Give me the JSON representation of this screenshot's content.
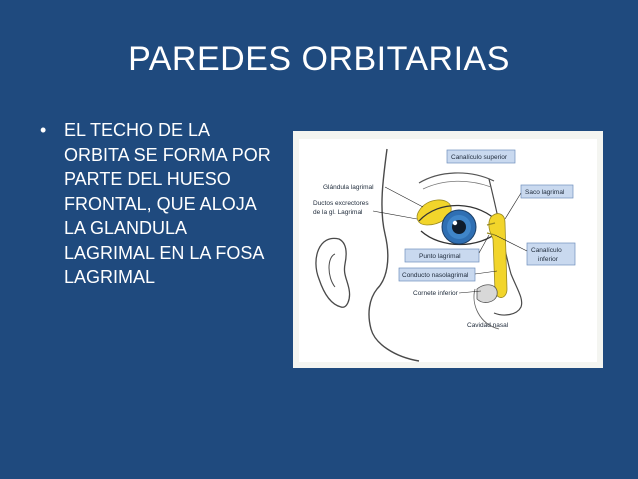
{
  "slide": {
    "title": "PAREDES ORBITARIAS",
    "bullet_symbol": "•",
    "bullet_lines": [
      "EL TECHO DE LA",
      "ORBITA SE FORMA POR",
      "PARTE DEL HUESO",
      "FRONTAL, QUE ALOJA",
      "LA GLANDULA",
      "LAGRIMAL EN LA FOSA",
      "LAGRIMAL"
    ]
  },
  "figure": {
    "labels": {
      "canaliculo_superior": "Canalículo superior",
      "glandula_lagrimal": "Glándula lagrimal",
      "saco_lagrimal": "Saco lagrimal",
      "ductos_line1": "Ductos excrectores",
      "ductos_line2": "de la gl. Lagrimal",
      "canaliculo_inferior_line1": "Canalículo",
      "canaliculo_inferior_line2": "inferior",
      "punto_lagrimal": "Punto lagrimal",
      "conducto_nasolagrimal": "Conducto  nasolagrimal",
      "cornete_inferior": "Cornete inferior",
      "cavidad_nasal": "Cavidad nasal"
    },
    "colors": {
      "background": "#1f4a7e",
      "label_box_fill": "#c9d9ef",
      "label_box_stroke": "#6f8fbd",
      "gland_yellow": "#f2d52b",
      "iris_blue": "#2f6fb3"
    }
  }
}
